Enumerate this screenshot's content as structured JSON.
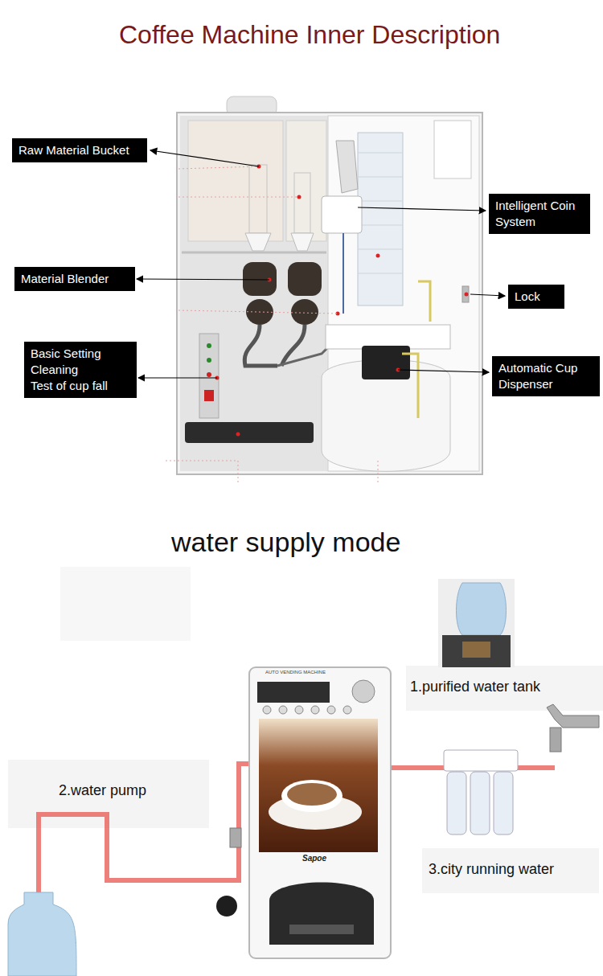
{
  "diagram": {
    "title": "Coffee Machine Inner Description",
    "nodes": [
      {
        "text": [
          "Raw Material Bucket"
        ]
      },
      {
        "text": [
          "Material Blender"
        ]
      },
      {
        "text": [
          "Basic Setting",
          "Cleaning",
          "Test of cup fall"
        ]
      },
      {
        "text": [
          "Intelligent Coin System"
        ]
      },
      {
        "text": [
          "Lock"
        ]
      },
      {
        "text": [
          "Automatic Cup Dispenser"
        ]
      }
    ],
    "labels": [
      "water supply mode",
      "1.purified water tank",
      "2.water pump",
      "3.city running water",
      "AUTO VENDING MACHINE",
      "Sapoe"
    ]
  }
}
